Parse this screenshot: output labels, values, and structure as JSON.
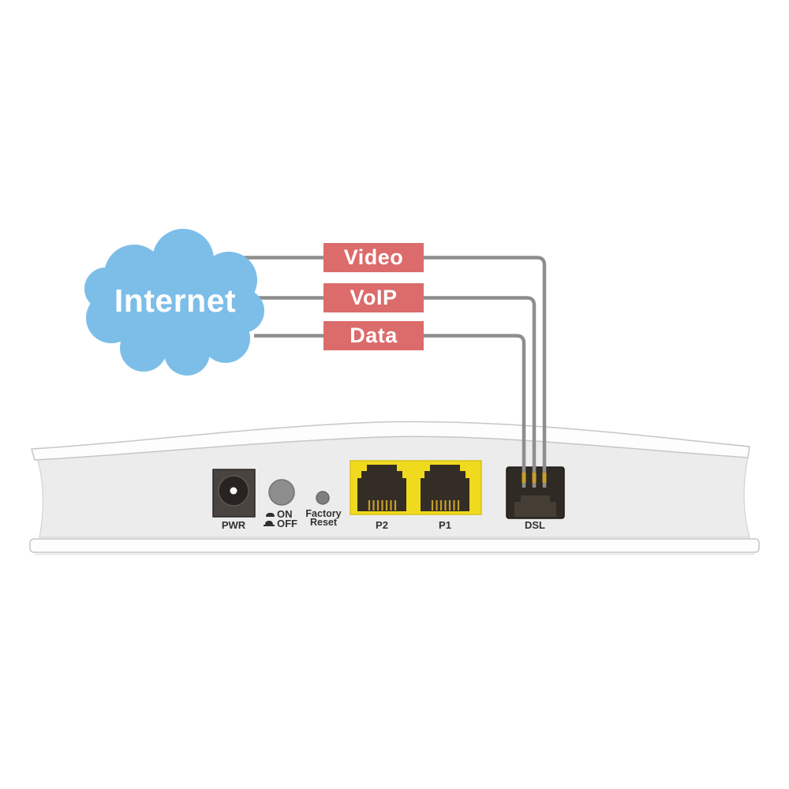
{
  "cloud": {
    "label": "Internet"
  },
  "services": [
    {
      "label": "Video"
    },
    {
      "label": "VoIP"
    },
    {
      "label": "Data"
    }
  ],
  "panel": {
    "power_port_label": "PWR",
    "switch_on_label": "ON",
    "switch_off_label": "OFF",
    "factory_reset_line1": "Factory",
    "factory_reset_line2": "Reset",
    "ethernet_ports": [
      {
        "label": "P2"
      },
      {
        "label": "P1"
      }
    ],
    "dsl_port_label": "DSL"
  },
  "icons": {
    "switch_on": "switch-on-dome-icon",
    "switch_off": "switch-off-pressed-icon"
  },
  "colors": {
    "cloud_blue": "#7CBEE8",
    "service_red": "#DC6B6B",
    "cable_gray": "#8E8E8E",
    "panel_body_gray": "#ECECEC",
    "panel_band_white": "#FDFDFD",
    "ethernet_yellow": "#F0DA1E",
    "port_dark": "#332D26",
    "pin_gold": "#C79E2C",
    "label_text_dark": "#323232"
  }
}
